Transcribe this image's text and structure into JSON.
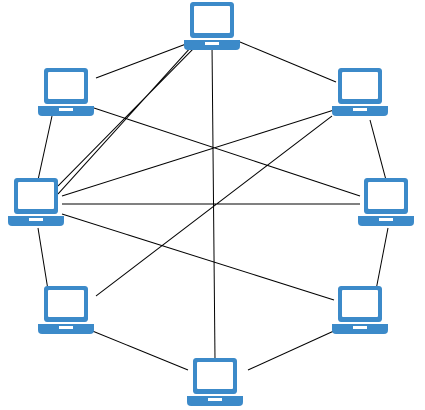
{
  "diagram": {
    "type": "network-topology",
    "node_icon": "laptop-icon",
    "colors": {
      "laptop": "#3c8ac9",
      "screen": "#ffffff",
      "link": "#000000",
      "background": "#ffffff"
    },
    "nodes": [
      {
        "id": "top"
      },
      {
        "id": "upper-left"
      },
      {
        "id": "upper-right"
      },
      {
        "id": "middle-left"
      },
      {
        "id": "middle-right"
      },
      {
        "id": "lower-left"
      },
      {
        "id": "lower-right"
      },
      {
        "id": "bottom"
      }
    ],
    "links": [
      [
        "top",
        "upper-left"
      ],
      [
        "top",
        "upper-right"
      ],
      [
        "upper-left",
        "middle-left"
      ],
      [
        "upper-right",
        "middle-right"
      ],
      [
        "middle-left",
        "lower-left"
      ],
      [
        "middle-right",
        "lower-right"
      ],
      [
        "lower-left",
        "bottom"
      ],
      [
        "lower-right",
        "bottom"
      ],
      [
        "top",
        "middle-left"
      ],
      [
        "top",
        "upper-left"
      ],
      [
        "top",
        "bottom"
      ],
      [
        "upper-left",
        "middle-right"
      ],
      [
        "middle-left",
        "upper-right"
      ],
      [
        "middle-left",
        "middle-right"
      ],
      [
        "middle-left",
        "lower-right"
      ],
      [
        "lower-left",
        "upper-right"
      ]
    ]
  }
}
